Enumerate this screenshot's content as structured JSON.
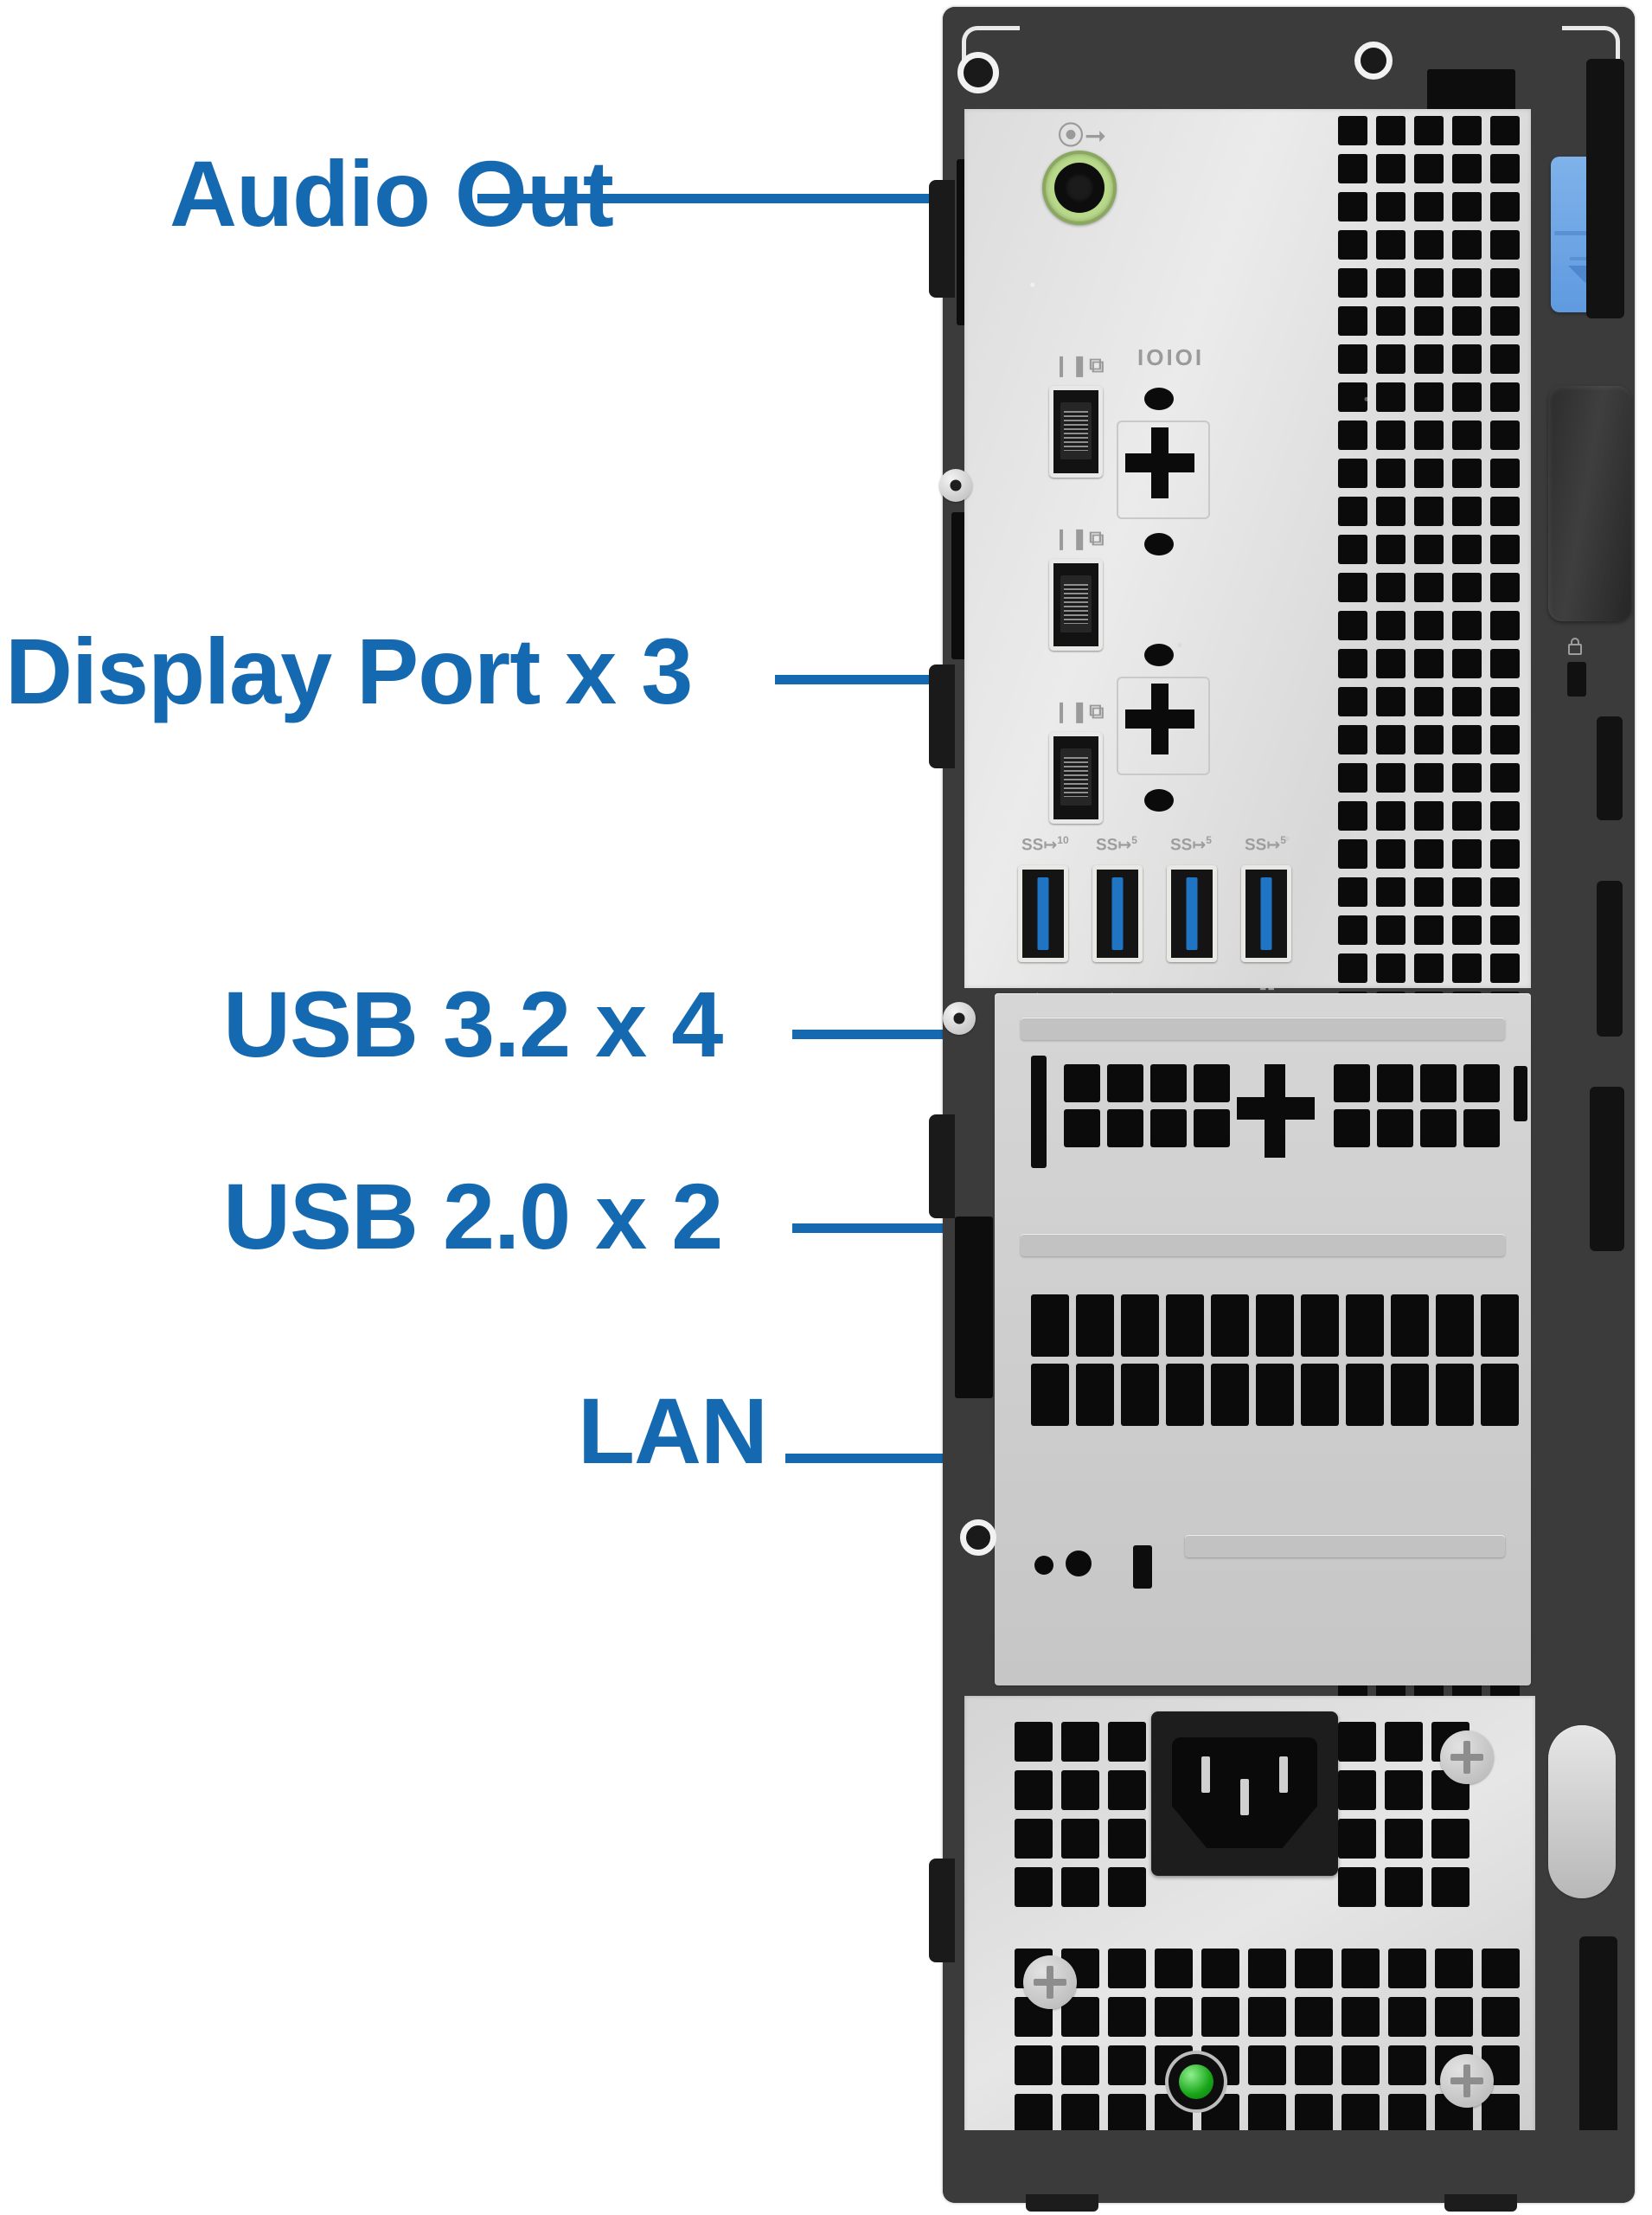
{
  "image": {
    "subject": "Desktop PC rear I/O panel",
    "accent_color": "#1569b0",
    "background_color": "#ffffff"
  },
  "callouts": [
    {
      "id": "audio-out",
      "label": "Audio Out",
      "target": "audio-out-jack"
    },
    {
      "id": "display-port",
      "label": "Display Port x 3",
      "target": "displayport-2"
    },
    {
      "id": "usb-32",
      "label": "USB 3.2 x 4",
      "target": "usb32-port-1"
    },
    {
      "id": "usb-20",
      "label": "USB 2.0 x 2",
      "target": "usb20-port-1"
    },
    {
      "id": "lan",
      "label": "LAN",
      "target": "lan-port"
    }
  ],
  "ports": {
    "audio_out": {
      "name": "Audio Out (line-out)",
      "color": "#b8d98a",
      "glyph": "audio-line-out-icon"
    },
    "display_port": {
      "name": "DisplayPort",
      "count": 3,
      "glyph": "displayport-icon"
    },
    "serial": {
      "name": "Serial port knockout",
      "glyph": "IOIOI"
    },
    "usb32": {
      "name": "USB 3.2",
      "count": 4,
      "tongue_color": "#1f74c4",
      "speed_marks": [
        "10",
        "5",
        "5",
        "5"
      ],
      "glyph": "usb-superspeed-icon"
    },
    "usb20": {
      "name": "USB 2.0",
      "count": 2,
      "glyph": "usb-icon"
    },
    "lan": {
      "name": "LAN / RJ-45 Ethernet",
      "glyph": "network-icon",
      "led_link_color": "#2bb32b",
      "led_activity_color": "#e8930c"
    },
    "power_inlet": {
      "name": "AC power inlet (C14)"
    },
    "psu_led": {
      "name": "Power supply diagnostic LED",
      "color": "#17a417"
    },
    "security_lock": {
      "name": "Kensington security lock slot",
      "glyph": "padlock-icon"
    },
    "release_latch": {
      "name": "Cover release latch",
      "color": "#5f9ae0"
    }
  }
}
